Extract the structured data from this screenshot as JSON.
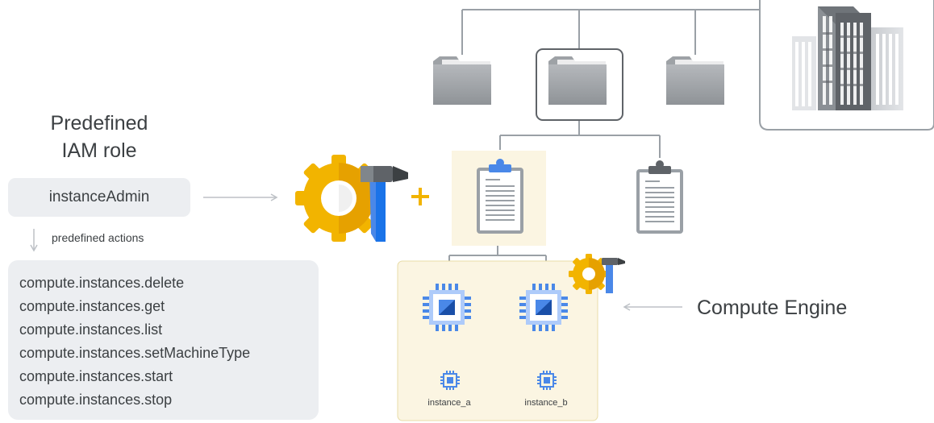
{
  "role": {
    "title_line1": "Predefined",
    "title_line2": "IAM role",
    "name": "instanceAdmin",
    "actions_label": "predefined actions"
  },
  "actions": [
    "compute.instances.delete",
    "compute.instances.get",
    "compute.instances.list",
    "compute.instances.setMachineType",
    "compute.instances.start",
    "compute.instances.stop"
  ],
  "compute_engine_label": "Compute Engine",
  "instances": [
    {
      "label": "instance_a"
    },
    {
      "label": "instance_b"
    }
  ],
  "icons": {
    "organization": "building-icon",
    "folders": "folder-icon",
    "projects": "clipboard-icon",
    "role": "gear-hammer-icon",
    "plus": "plus-icon",
    "compute_engine": "chip-icon",
    "instance": "small-chip-icon"
  },
  "colors": {
    "gear": "#f2b400",
    "gear_dark": "#e08a00",
    "hammer_handle": "#4a88e8",
    "highlight_bg": "#fbf5e2",
    "chip_blue": "#4a88e8",
    "connector": "#9aa0a6",
    "text": "#3c4043"
  }
}
